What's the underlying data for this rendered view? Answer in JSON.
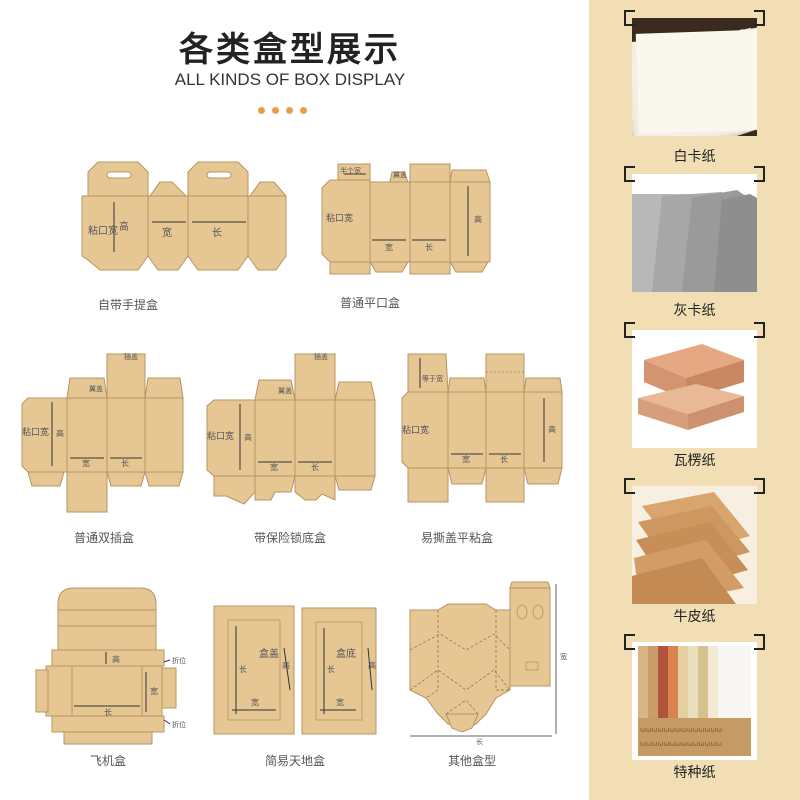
{
  "header": {
    "title": "各类盒型展示",
    "subtitle": "ALL KINDS OF BOX DISPLAY"
  },
  "colors": {
    "kraft": "#e6c794",
    "kraft_line": "#b59460",
    "accent_dot": "#e79f4b",
    "sidebar_bg": "#f1deb4"
  },
  "dimension_labels": {
    "length": "长",
    "width": "宽",
    "height": "高",
    "glue_flap": "粘口宽",
    "half_width": "半个宽",
    "wing_cover": "翼盖",
    "plug_cover": "插盖",
    "equal_width": "等于宽",
    "fold": "折位",
    "lid": "盒盖",
    "base": "盒底"
  },
  "boxes": [
    {
      "id": "handle",
      "caption": "自带手提盒"
    },
    {
      "id": "flat",
      "caption": "普通平口盒"
    },
    {
      "id": "double-tuck",
      "caption": "普通双插盒"
    },
    {
      "id": "lock-bottom",
      "caption": "带保险锁底盒"
    },
    {
      "id": "tear-flat",
      "caption": "易撕盖平粘盒"
    },
    {
      "id": "airplane",
      "caption": "飞机盒"
    },
    {
      "id": "lid-base",
      "caption": "简易天地盒"
    },
    {
      "id": "other",
      "caption": "其他盒型"
    }
  ],
  "papers": [
    {
      "id": "white-card",
      "label": "白卡纸",
      "icon": "white-cardboard-photo"
    },
    {
      "id": "gray-card",
      "label": "灰卡纸",
      "icon": "gray-cardboard-photo"
    },
    {
      "id": "corrugated",
      "label": "瓦楞纸",
      "icon": "corrugated-box-photo"
    },
    {
      "id": "kraft",
      "label": "牛皮纸",
      "icon": "kraft-paper-photo"
    },
    {
      "id": "specialty",
      "label": "特种纸",
      "icon": "specialty-paper-swatches-photo"
    }
  ]
}
